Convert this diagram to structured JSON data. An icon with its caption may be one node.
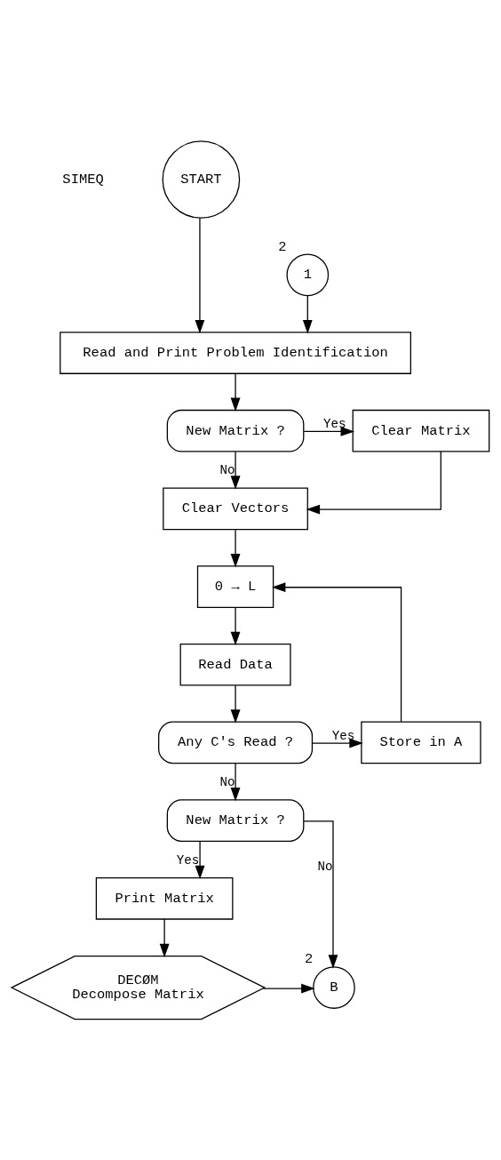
{
  "diagram": {
    "nodes": [
      {
        "text": [
          "START"
        ]
      },
      {
        "text": [
          "1"
        ],
        "beside": [
          "2"
        ]
      },
      {
        "text": [
          "Read and Print Problem Identification"
        ]
      },
      {
        "text": [
          "New Matrix ?"
        ]
      },
      {
        "text": [
          "Clear Matrix"
        ]
      },
      {
        "text": [
          "Clear Vectors"
        ]
      },
      {
        "text": [
          "0 → L"
        ]
      },
      {
        "text": [
          "Read Data"
        ]
      },
      {
        "text": [
          "Any C's Read ?"
        ]
      },
      {
        "text": [
          "Store in A"
        ]
      },
      {
        "text": [
          "New Matrix ?"
        ]
      },
      {
        "text": [
          "Print Matrix"
        ]
      },
      {
        "text": [
          "DECØM",
          "Decompose Matrix"
        ]
      },
      {
        "text": [
          "B"
        ],
        "beside": [
          "2"
        ]
      }
    ],
    "edges": [
      {
        "from": 0,
        "to": 2,
        "arrow": "to"
      },
      {
        "from": 1,
        "to": 2,
        "arrow": "to"
      },
      {
        "from": 2,
        "to": 3,
        "arrow": "to"
      },
      {
        "from": 3,
        "to": 4,
        "arrow": "to",
        "label": "Yes"
      },
      {
        "from": 3,
        "to": 5,
        "arrow": "to",
        "label": "No"
      },
      {
        "from": 4,
        "to": 5,
        "arrow": "to"
      },
      {
        "from": 5,
        "to": 6,
        "arrow": "to"
      },
      {
        "from": 9,
        "to": 6,
        "arrow": "to"
      },
      {
        "from": 6,
        "to": 7,
        "arrow": "to"
      },
      {
        "from": 7,
        "to": 8,
        "arrow": "to"
      },
      {
        "from": 8,
        "to": 9,
        "arrow": "to",
        "label": "Yes"
      },
      {
        "from": 8,
        "to": 10,
        "arrow": "to",
        "label": "No"
      },
      {
        "from": 10,
        "to": 11,
        "arrow": "to",
        "label": "Yes"
      },
      {
        "from": 10,
        "to": 13,
        "arrow": "to",
        "label": "No"
      },
      {
        "from": 11,
        "to": 12,
        "arrow": "to"
      },
      {
        "from": 12,
        "to": 13,
        "arrow": "to"
      }
    ],
    "labels": [
      "SIMEQ"
    ]
  }
}
